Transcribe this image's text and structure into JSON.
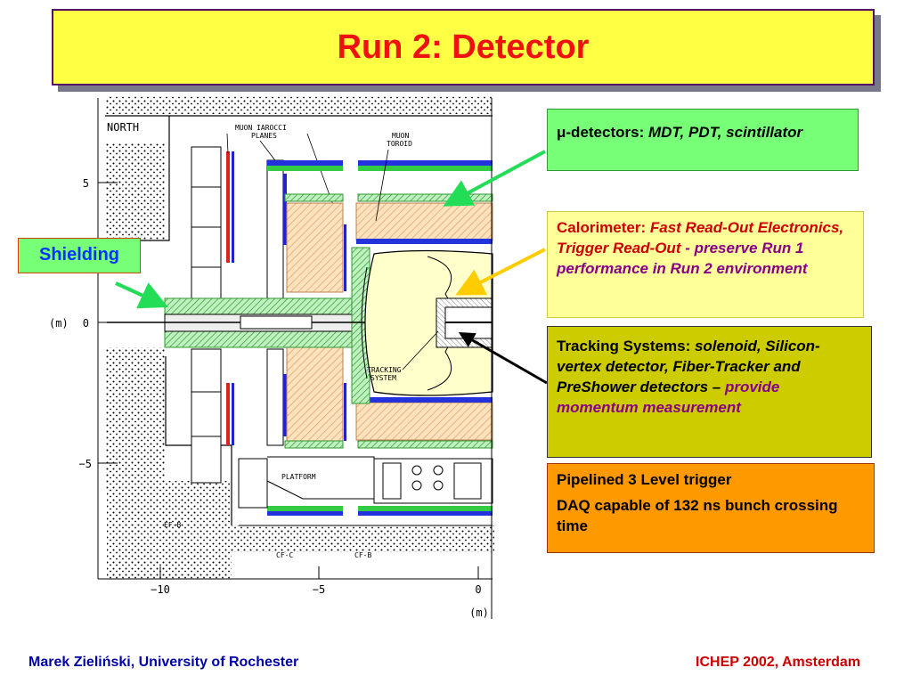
{
  "title": "Run 2: Detector",
  "diagram": {
    "north": "NORTH",
    "muon_iarocci": "MUON IAROCCI",
    "planes": "PLANES",
    "muon": "MUON",
    "toroid": "TOROID",
    "tracking": "TRACKING",
    "system": "SYSTEM",
    "platform": "PLATFORM",
    "ef_b": "EF-B",
    "cf_c": "CF-C",
    "cf_b": "CF-B",
    "y_unit": "(m)",
    "x_unit": "(m)",
    "y_ticks": [
      "5",
      "0",
      "−5"
    ],
    "x_ticks": [
      "−10",
      "−5",
      "0"
    ]
  },
  "callouts": {
    "mu": {
      "label": "μ-detectors: ",
      "value": "MDT, PDT, scintillator"
    },
    "cal": {
      "label": "Calorimeter: ",
      "italic1": "Fast Read-Out Electronics, Trigger Read-Out",
      "italic2": " - preserve Run 1 performance in Run 2 environment"
    },
    "trk": {
      "label": "Tracking Systems: ",
      "italic1": "solenoid, Silicon-vertex detector, Fiber-Tracker and PreShower detectors – ",
      "italic2": "provide momentum measurement"
    },
    "trig": {
      "line1": "Pipelined 3 Level trigger",
      "line2": "DAQ capable of  132 ns bunch crossing time"
    },
    "shield": "Shielding"
  },
  "footer": {
    "left": "Marek Zieliński, University of Rochester",
    "right": "ICHEP 2002, Amsterdam"
  },
  "colors": {
    "title_bg": "#ffff44",
    "title_text": "#ee1111",
    "mu_box": "#77ff77",
    "cal_box": "#ffff99",
    "trk_box": "#cccc00",
    "trig_box": "#ff9900",
    "arrow_green": "#22dd55",
    "arrow_yellow": "#ffcc00"
  }
}
